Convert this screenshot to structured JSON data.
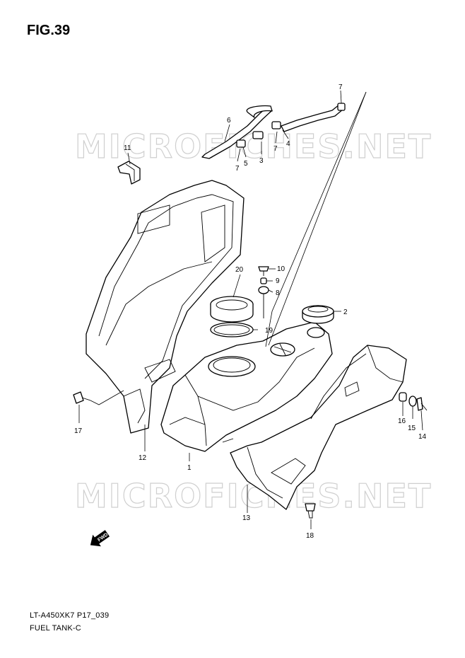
{
  "figure": {
    "title": "FIG.39"
  },
  "footer": {
    "model_code": "LT-A450XK7 P17_039",
    "section_name": "FUEL TANK-C"
  },
  "watermarks": [
    "MICROFICHES.NET",
    "MICROFICHES.NET"
  ],
  "direction_arrow": {
    "label": "FWD"
  },
  "callouts": [
    "1",
    "2",
    "3",
    "4",
    "5",
    "6",
    "7",
    "7",
    "7",
    "8",
    "9",
    "10",
    "11",
    "12",
    "13",
    "14",
    "15",
    "16",
    "17",
    "18",
    "19",
    "20"
  ]
}
